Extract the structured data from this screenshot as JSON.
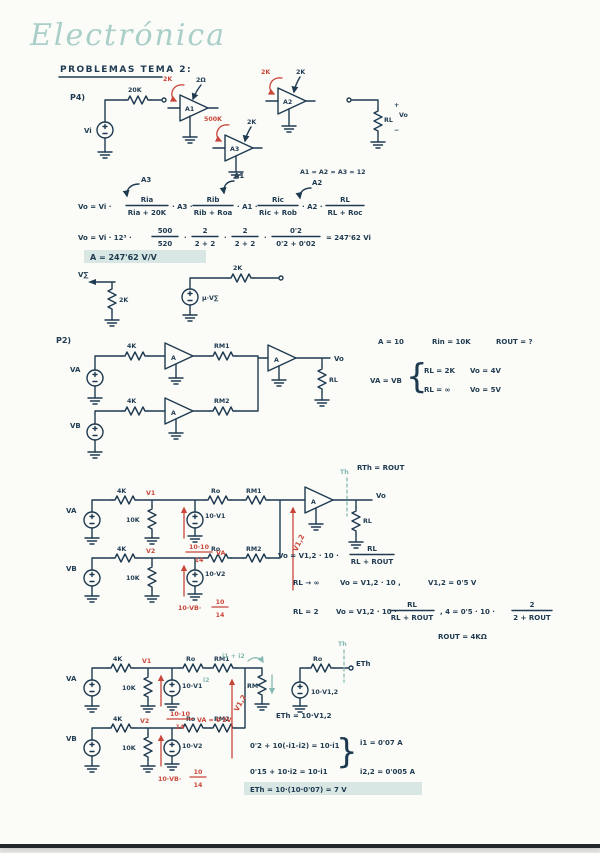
{
  "colors": {
    "ink": "#1e3a50",
    "red": "#c9473a",
    "teal": "#86b9b2",
    "title_teal": "#a9cfc8",
    "highlight": "#d8e7e3",
    "paper": "#fbfbf8"
  },
  "header": {
    "title": "Electrónica",
    "subtitle": "PROBLEMAS TEMA 2:"
  },
  "p4": {
    "label": "P4)",
    "vi": "Vi",
    "rin": "20K",
    "a1": "A1",
    "a1_rin": "2K",
    "a1_rout": "2Ω",
    "a3": "A3",
    "a3_rin": "500K",
    "a3_rout": "2K",
    "a2": "A2",
    "a2_rin": "2K",
    "a2_rout": "2K",
    "plus": "+",
    "vo": "Vo",
    "minus": "−",
    "rl": "RL",
    "note": "A1 = A2 = A3 = 12"
  },
  "eq1": {
    "lead": "Vo = Vi ·",
    "f1n": "Ria",
    "f1d": "Ria + 20K",
    "m1": "· A3 ·",
    "f2n": "Rib",
    "f2d": "Rib + Roa",
    "m2": "· A1 ·",
    "f3n": "Ric",
    "f3d": "Ric + Rob",
    "m3": "· A2 ·",
    "f4n": "RL",
    "f4d": "RL + Roc",
    "ar1": "A3",
    "ar2": "A1",
    "ar3": "A2"
  },
  "eq2": {
    "lead": "Vo = Vi · 12³ ·",
    "f1n": "500",
    "f1d": "520",
    "d1": "·",
    "f2n": "2",
    "f2d": "2 + 2",
    "d2": "·",
    "f3n": "2",
    "f3d": "2 + 2",
    "d3": "·",
    "f4n": "0'2",
    "f4d": "0'2 + 0'02",
    "res": "= 247'62 Vi",
    "hl": "A = 247'62 V/V"
  },
  "model": {
    "node": "V∑",
    "r1": "2K",
    "src": "μ·V∑",
    "r2": "2K"
  },
  "p2": {
    "label": "P2)",
    "va": "VA",
    "vb": "VB",
    "r1": "4K",
    "r2": "4K",
    "a": "A",
    "rm1": "RM1",
    "rm2": "RM2",
    "vo": "Vo",
    "rl": "RL",
    "given_a": "A = 10",
    "given_b": "Rin = 10K",
    "given_c": "ROUT = ?",
    "cond": "VA = VB",
    "brace": "{",
    "case1_a": "RL = 2K",
    "case1_b": "Vo = 4V",
    "case2_a": "RL = ∞",
    "case2_b": "Vo = 5V"
  },
  "sec3": {
    "va": "VA",
    "vb": "VB",
    "r4a": "4K",
    "r4b": "4K",
    "v1": "V1",
    "v2": "V2",
    "r10a": "10K",
    "r10b": "10K",
    "src1": "10·V1",
    "src2": "10·V2",
    "fa_n": "10·10",
    "fa_d": "14",
    "fa_t": "VA",
    "fb_pre": "10·VB·",
    "fb_n": "10",
    "fb_d": "14",
    "ro1": "Ro",
    "ro2": "Ro",
    "rm1": "RM1",
    "rm2": "RM2",
    "v12": "V1,2",
    "a": "A",
    "th": "Th",
    "rth": "RTh = ROUT",
    "vo": "Vo",
    "rl": "RL",
    "e1": "Vo = V1,2 · 10 ·",
    "e1n": "RL",
    "e1d": "RL + ROUT",
    "e2a": "RL → ∞",
    "e2b": "Vo = V1,2 · 10 ,",
    "e2c": "V1,2 = 0'5 V",
    "e3a": "RL = 2",
    "e3b": "Vo = V1,2 · 10 ·",
    "e3n": "RL",
    "e3d": "RL + ROUT",
    "e3c": ",  4 = 0'5 · 10 ·",
    "e3n2": "2",
    "e3d2": "2 + ROUT",
    "res": "ROUT = 4KΩ"
  },
  "sec4": {
    "va": "VA",
    "vb": "VB",
    "r4a": "4K",
    "r4b": "4K",
    "v1": "V1",
    "v2": "V2",
    "r10a": "10K",
    "r10b": "10K",
    "src1": "10·V1",
    "src2": "10·V2",
    "fa_n": "10·10",
    "fa_d": "14",
    "fa_t": "VA = 0'2V",
    "fb_pre": "10·VB·",
    "fb_n": "10",
    "fb_d": "14",
    "ro1": "Ro",
    "ro2": "Ro",
    "rm1": "RM1",
    "rm2": "RM2",
    "rmv": "RM",
    "i12": "i1 + i2",
    "i2": "i2",
    "v12": "V1,2",
    "th": "Th",
    "ro_t": "Ro",
    "eth": "ETh",
    "src_t": "10·V1,2",
    "e0": "ETh = 10·V1,2",
    "eA": "0'2 + 10(-i1-i2) = 10·i1",
    "eA_r": "i1 = 0'07 A",
    "eB": "0'15 + 10·i2 = 10·i1",
    "eB_r": "i2,2 = 0'005 A",
    "brace": "}",
    "hl": "ETh = 10·(10·0'07) = 7 V"
  }
}
